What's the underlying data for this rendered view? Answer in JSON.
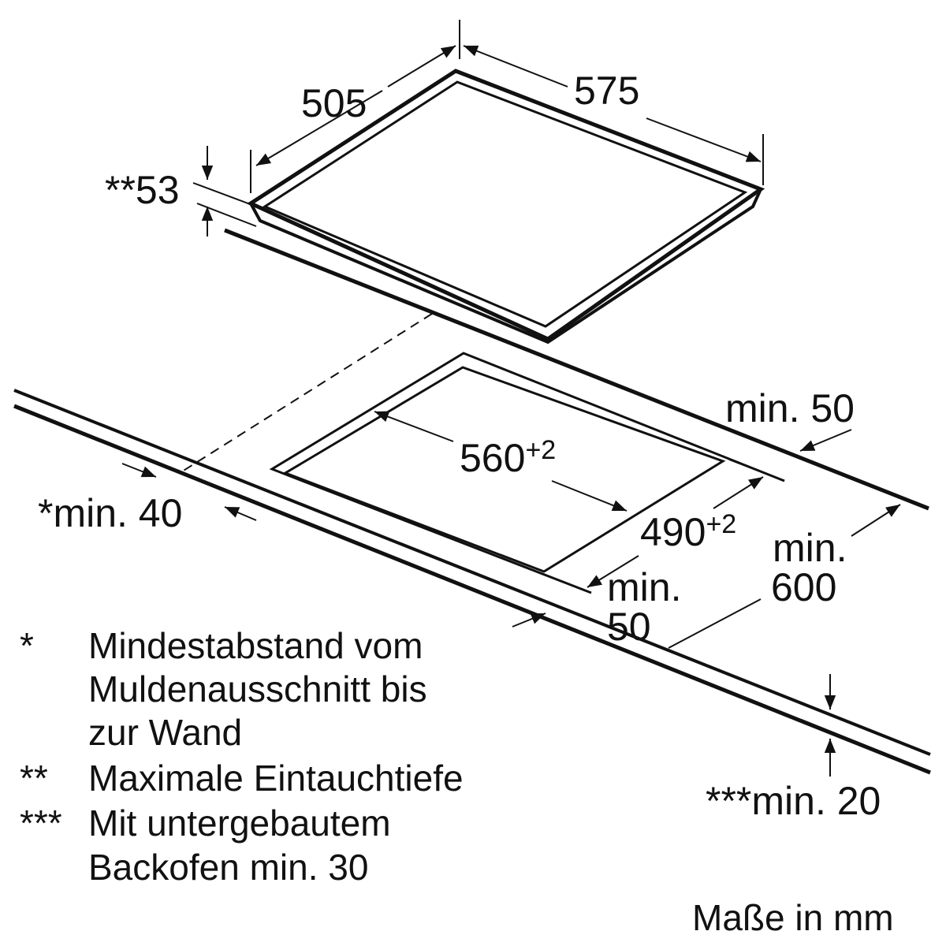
{
  "dimensions": {
    "depth": "505",
    "width": "575",
    "immersion": "**53",
    "cutout_width": "560",
    "cutout_width_tol": "+2",
    "cutout_depth": "490",
    "cutout_depth_tol": "+2",
    "min_back": "min. 50",
    "min_wall": "*min. 40",
    "min_front_line1": "min.",
    "min_front_line2": "50",
    "min_side_line1": "min.",
    "min_side_line2": "600",
    "min_thickness": "***min. 20"
  },
  "notes": [
    {
      "mark": "*",
      "lines": [
        "Mindestabstand vom",
        "Muldenausschnitt bis",
        "zur Wand"
      ]
    },
    {
      "mark": "**",
      "lines": [
        "Maximale Eintauchtiefe"
      ]
    },
    {
      "mark": "***",
      "lines": [
        "Mit untergebautem",
        "Backofen min. 30"
      ]
    }
  ],
  "units_label": "Maße in mm"
}
